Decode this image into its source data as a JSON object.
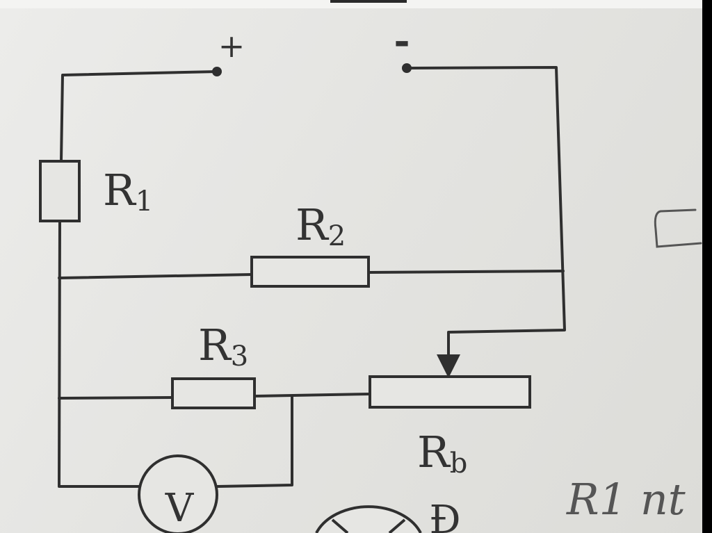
{
  "diagram": {
    "terminals": {
      "positive": "+",
      "negative": "-"
    },
    "resistors": {
      "r1": {
        "letter": "R",
        "sub": "1"
      },
      "r2": {
        "letter": "R",
        "sub": "2"
      },
      "r3": {
        "letter": "R",
        "sub": "3"
      },
      "rb": {
        "letter": "R",
        "sub": "b"
      }
    },
    "voltmeter": "V",
    "lamp": "Đ"
  },
  "margin_note": "R1 nt",
  "colors": {
    "paper": "#e6e6e3",
    "ink": "#2f2f2f",
    "frame": "#000000"
  }
}
